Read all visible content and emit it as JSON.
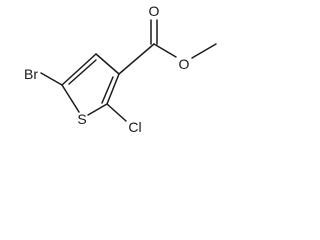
{
  "molecule": {
    "atoms": {
      "br": "Br",
      "s": "S",
      "cl": "Cl",
      "o_carbonyl": "O",
      "o_ester": "O"
    }
  }
}
